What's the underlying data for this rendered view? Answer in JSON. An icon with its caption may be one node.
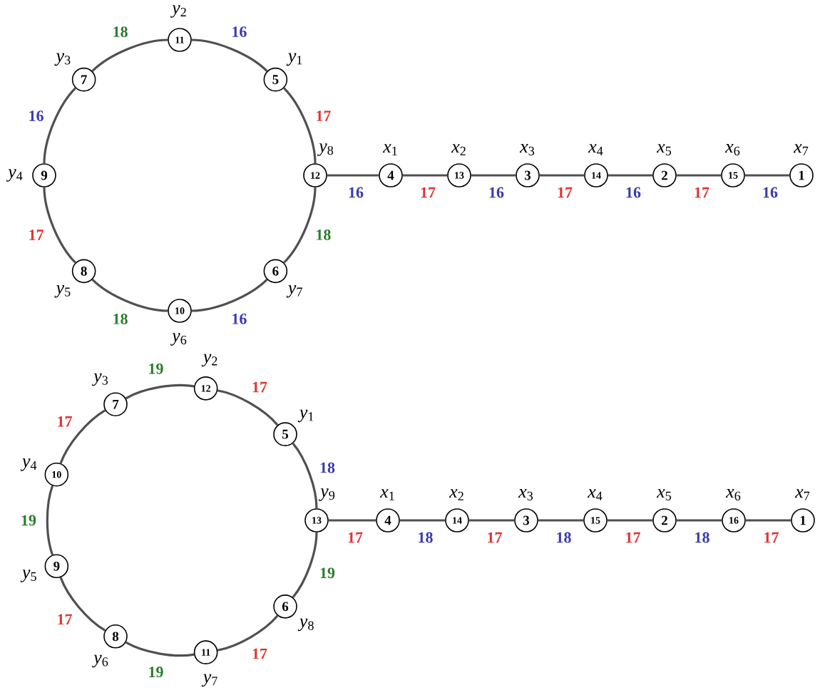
{
  "diagram": {
    "nodes": [
      {
        "text": [
          "11"
        ],
        "beside": [
          "*y*$_{2}$"
        ]
      },
      {
        "text": [
          "7"
        ],
        "beside": [
          "*y*$_{3}$"
        ]
      },
      {
        "text": [
          "5"
        ],
        "beside": [
          "*y*$_{1}$"
        ]
      },
      {
        "text": [
          "9"
        ],
        "beside": [
          "*y*$_{4}$"
        ]
      },
      {
        "text": [
          "12"
        ],
        "beside": [
          "*y*$_{8}$"
        ]
      },
      {
        "text": [
          "8"
        ],
        "beside": [
          "*y*$_{5}$"
        ]
      },
      {
        "text": [
          "6"
        ],
        "beside": [
          "*y*$_{7}$"
        ]
      },
      {
        "text": [
          "10"
        ],
        "beside": [
          "*y*$_{6}$"
        ]
      },
      {
        "text": [
          "4"
        ],
        "beside": [
          "*x*$_{1}$"
        ]
      },
      {
        "text": [
          "13"
        ],
        "beside": [
          "*x*$_{2}$"
        ]
      },
      {
        "text": [
          "3"
        ],
        "beside": [
          "*x*$_{3}$"
        ]
      },
      {
        "text": [
          "14"
        ],
        "beside": [
          "*x*$_{4}$"
        ]
      },
      {
        "text": [
          "2"
        ],
        "beside": [
          "*x*$_{5}$"
        ]
      },
      {
        "text": [
          "15"
        ],
        "beside": [
          "*x*$_{6}$"
        ]
      },
      {
        "text": [
          "1"
        ],
        "beside": [
          "*x*$_{7}$"
        ]
      },
      {
        "text": [
          "12"
        ],
        "beside": [
          "*y*$_{2}$"
        ]
      },
      {
        "text": [
          "7"
        ],
        "beside": [
          "*y*$_{3}$"
        ]
      },
      {
        "text": [
          "5"
        ],
        "beside": [
          "*y*$_{1}$"
        ]
      },
      {
        "text": [
          "10"
        ],
        "beside": [
          "*y*$_{4}$"
        ]
      },
      {
        "text": [
          "13"
        ],
        "beside": [
          "*y*$_{9}$"
        ]
      },
      {
        "text": [
          "9"
        ],
        "beside": [
          "*y*$_{5}$"
        ]
      },
      {
        "text": [
          "6"
        ],
        "beside": [
          "*y*$_{8}$"
        ]
      },
      {
        "text": [
          "8"
        ],
        "beside": [
          "*y*$_{6}$"
        ]
      },
      {
        "text": [
          "11"
        ],
        "beside": [
          "*y*$_{7}$"
        ]
      },
      {
        "text": [
          "4"
        ],
        "beside": [
          "*x*$_{1}$"
        ]
      },
      {
        "text": [
          "14"
        ],
        "beside": [
          "*x*$_{2}$"
        ]
      },
      {
        "text": [
          "3"
        ],
        "beside": [
          "*x*$_{3}$"
        ]
      },
      {
        "text": [
          "15"
        ],
        "beside": [
          "*x*$_{4}$"
        ]
      },
      {
        "text": [
          "2"
        ],
        "beside": [
          "*x*$_{5}$"
        ]
      },
      {
        "text": [
          "16"
        ],
        "beside": [
          "*x*$_{6}$"
        ]
      },
      {
        "text": [
          "1"
        ],
        "beside": [
          "*x*$_{7}$"
        ]
      }
    ],
    "edges": [
      {
        "from": 4,
        "to": 2,
        "arrow": "none",
        "label": "17"
      },
      {
        "from": 2,
        "to": 0,
        "arrow": "none",
        "label": "16"
      },
      {
        "from": 0,
        "to": 1,
        "arrow": "none",
        "label": "18"
      },
      {
        "from": 1,
        "to": 3,
        "arrow": "none",
        "label": "16"
      },
      {
        "from": 3,
        "to": 5,
        "arrow": "none",
        "label": "17"
      },
      {
        "from": 5,
        "to": 7,
        "arrow": "none",
        "label": "18"
      },
      {
        "from": 7,
        "to": 6,
        "arrow": "none",
        "label": "16"
      },
      {
        "from": 6,
        "to": 4,
        "arrow": "none",
        "label": "18"
      },
      {
        "from": 4,
        "to": 8,
        "arrow": "none",
        "label": "16"
      },
      {
        "from": 8,
        "to": 9,
        "arrow": "none",
        "label": "17"
      },
      {
        "from": 9,
        "to": 10,
        "arrow": "none",
        "label": "16"
      },
      {
        "from": 10,
        "to": 11,
        "arrow": "none",
        "label": "17"
      },
      {
        "from": 11,
        "to": 12,
        "arrow": "none",
        "label": "16"
      },
      {
        "from": 12,
        "to": 13,
        "arrow": "none",
        "label": "17"
      },
      {
        "from": 13,
        "to": 14,
        "arrow": "none",
        "label": "16"
      },
      {
        "from": 19,
        "to": 17,
        "arrow": "none",
        "label": "18"
      },
      {
        "from": 17,
        "to": 15,
        "arrow": "none",
        "label": "17"
      },
      {
        "from": 15,
        "to": 16,
        "arrow": "none",
        "label": "19"
      },
      {
        "from": 16,
        "to": 18,
        "arrow": "none",
        "label": "17"
      },
      {
        "from": 18,
        "to": 20,
        "arrow": "none",
        "label": "19"
      },
      {
        "from": 20,
        "to": 22,
        "arrow": "none",
        "label": "17"
      },
      {
        "from": 22,
        "to": 23,
        "arrow": "none",
        "label": "19"
      },
      {
        "from": 23,
        "to": 21,
        "arrow": "none",
        "label": "17"
      },
      {
        "from": 21,
        "to": 19,
        "arrow": "none",
        "label": "19"
      },
      {
        "from": 19,
        "to": 24,
        "arrow": "none",
        "label": "17"
      },
      {
        "from": 24,
        "to": 25,
        "arrow": "none",
        "label": "18"
      },
      {
        "from": 25,
        "to": 26,
        "arrow": "none",
        "label": "17"
      },
      {
        "from": 26,
        "to": 27,
        "arrow": "none",
        "label": "18"
      },
      {
        "from": 27,
        "to": 28,
        "arrow": "none",
        "label": "17"
      },
      {
        "from": 28,
        "to": 29,
        "arrow": "none",
        "label": "18"
      },
      {
        "from": 29,
        "to": 30,
        "arrow": "none",
        "label": "17"
      }
    ]
  }
}
